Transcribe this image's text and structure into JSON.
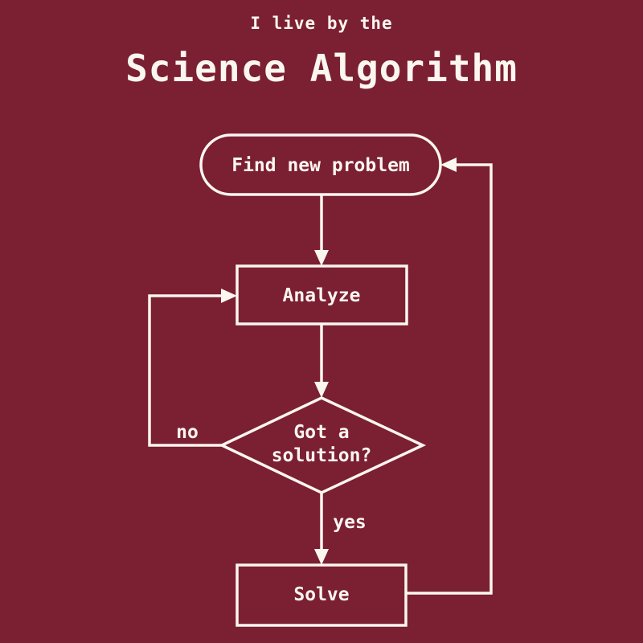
{
  "colors": {
    "background": "#7b1f32",
    "foreground": "#faf6f0"
  },
  "title": {
    "line1": "I live by the",
    "line2": "Science Algorithm"
  },
  "nodes": {
    "find_new_problem": {
      "shape": "stadium",
      "label": "Find new problem"
    },
    "analyze": {
      "shape": "rectangle",
      "label": "Analyze"
    },
    "decision": {
      "shape": "diamond",
      "line1": "Got a",
      "line2": "solution?"
    },
    "solve": {
      "shape": "rectangle",
      "label": "Solve"
    }
  },
  "edge_labels": {
    "no": "no",
    "yes": "yes"
  }
}
